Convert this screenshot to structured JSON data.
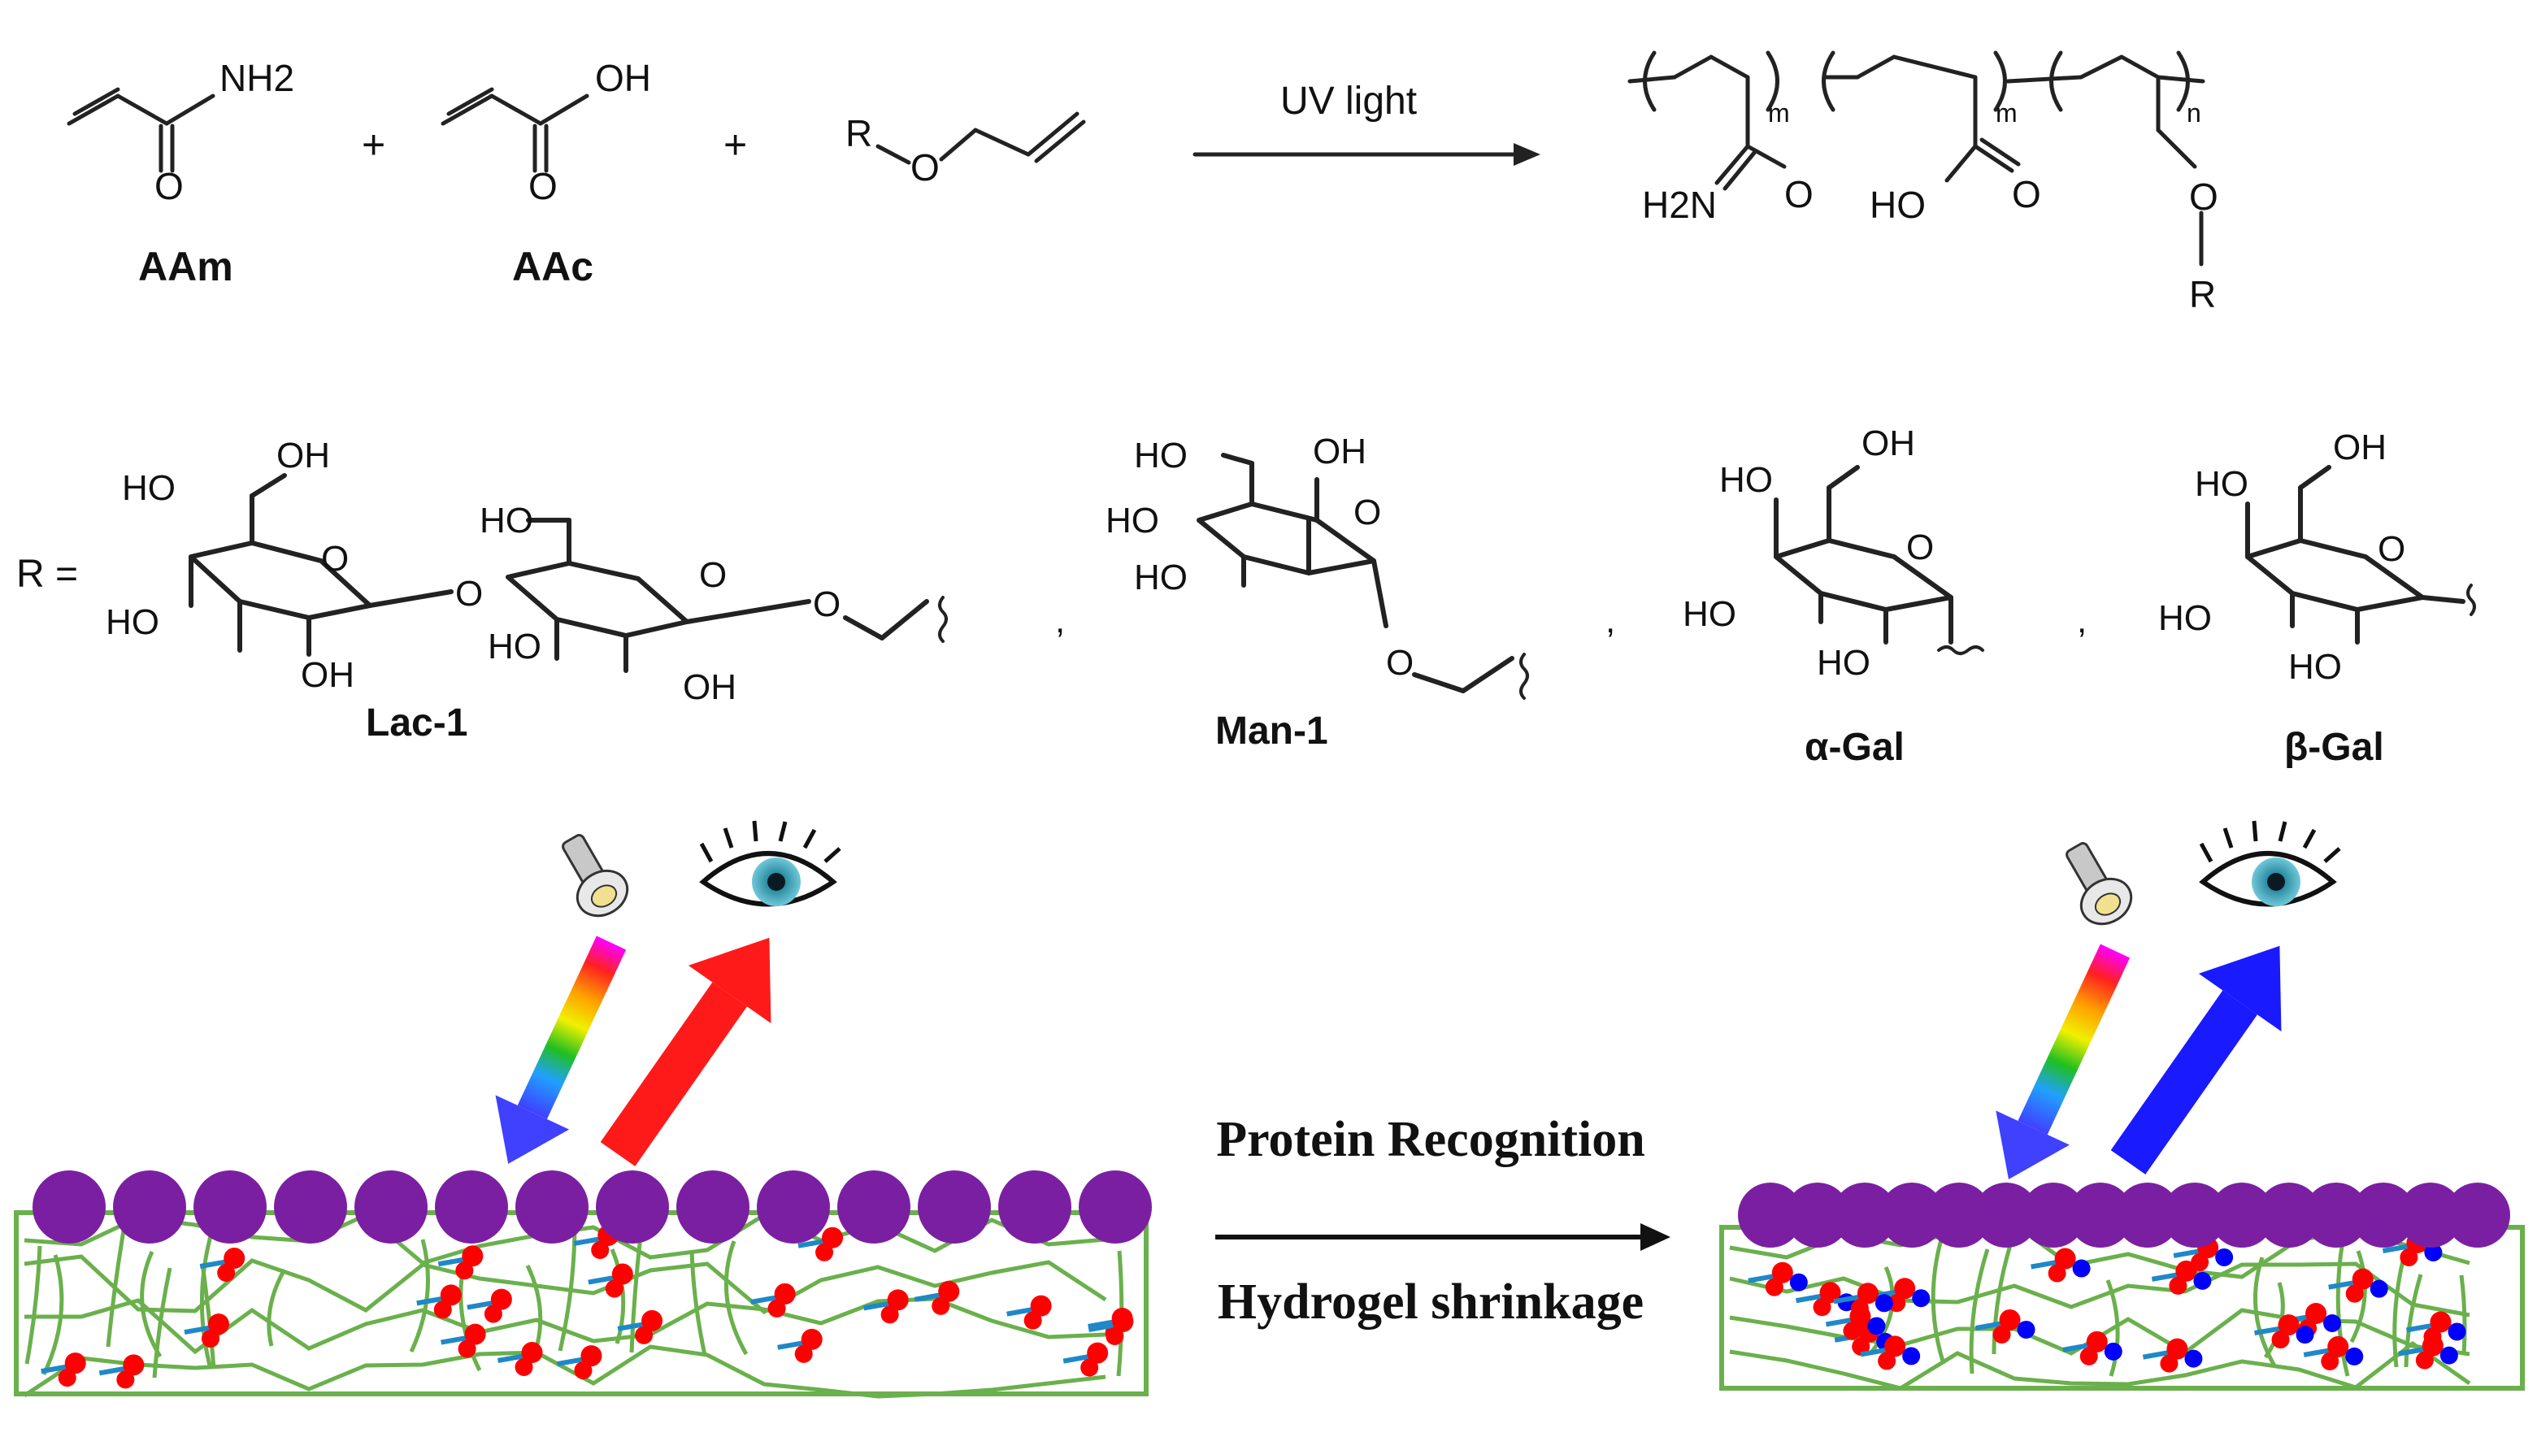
{
  "reaction": {
    "reagents": [
      {
        "name": "AAm",
        "group": "NH2",
        "carbonyl_o": "O"
      },
      {
        "name": "AAc",
        "group": "OH",
        "carbonyl_o": "O"
      },
      {
        "r_label": "R",
        "ether_o": "O"
      }
    ],
    "plus": "+",
    "condition": "UV light",
    "product": {
      "subscripts": [
        "m",
        "m",
        "n"
      ],
      "amide_group": "H2N",
      "acid_group": "HO",
      "carbonyl_o": "O",
      "ether_o": "O",
      "r_label": "R"
    }
  },
  "substituents": {
    "r_equals": "R =",
    "separator": ",",
    "sugars": [
      {
        "name": "Lac-1",
        "labels": [
          "HO",
          "OH",
          "O",
          "HO",
          "OH",
          "O",
          "HO",
          "O",
          "HO",
          "OH",
          "O"
        ]
      },
      {
        "name": "Man-1",
        "labels": [
          "HO",
          "OH",
          "HO",
          "O",
          "HO",
          "O"
        ]
      },
      {
        "name": "α-Gal",
        "labels": [
          "HO",
          "OH",
          "O",
          "HO",
          "HO"
        ]
      },
      {
        "name": "β-Gal",
        "labels": [
          "HO",
          "OH",
          "O",
          "HO",
          "HO"
        ]
      }
    ]
  },
  "process": {
    "label_top": "Protein Recognition",
    "label_bottom": "Hydrogel shrinkage",
    "colors": {
      "sphere": "#7b1fa2",
      "network": "#6ab04c",
      "sugar_dot": "#ff0000",
      "protein_dot": "#0000ff",
      "reflect_before": "#ff1a1a",
      "reflect_after": "#1a1aff"
    },
    "icons": [
      "flashlight-icon",
      "eye-icon",
      "rainbow-arrow-icon",
      "reflection-arrow-icon"
    ]
  }
}
